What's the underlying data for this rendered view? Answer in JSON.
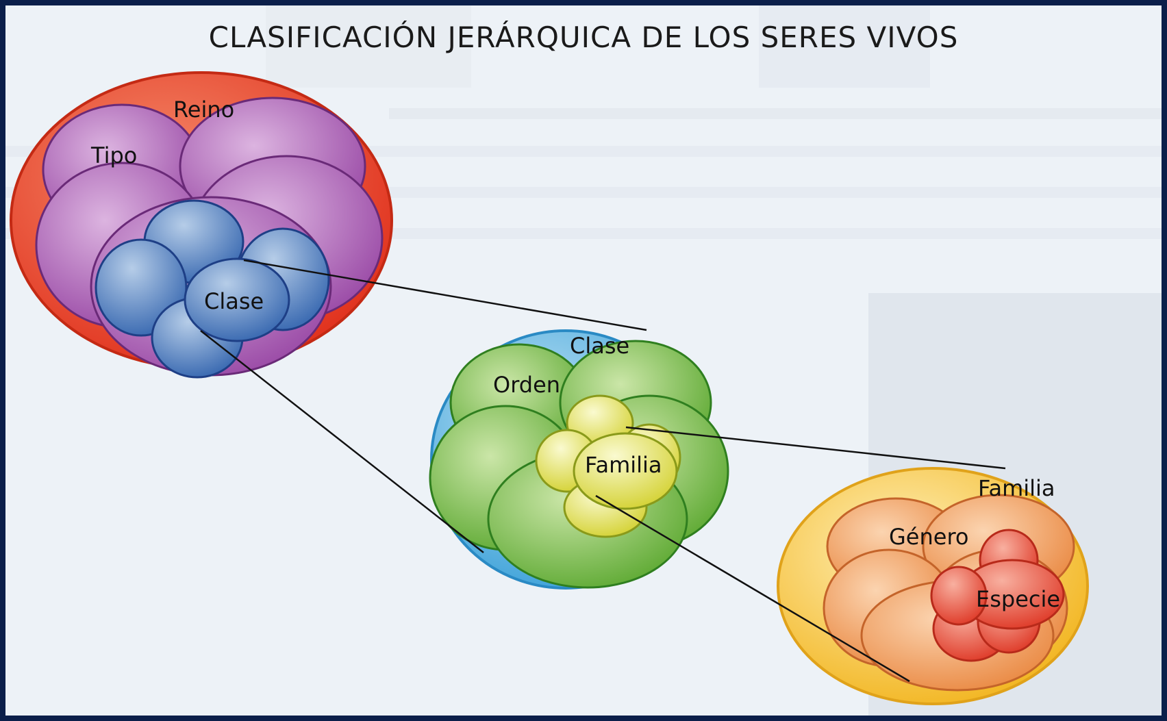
{
  "title": "CLASIFICACIÓN JERÁRQUICA DE LOS SERES VIVOS",
  "groups": [
    {
      "id": "reino",
      "outer_label": "Reino",
      "middle_label": "Tipo",
      "inner_label": "Clase",
      "colors": {
        "outer": "#e8442c",
        "outer_edge": "#c42a14",
        "middle": "#a85ab0",
        "middle_edge": "#6a2a78",
        "inner": "#4f7fbf",
        "inner_edge": "#1e3f86"
      }
    },
    {
      "id": "clase",
      "outer_label": "Clase",
      "middle_label": "Orden",
      "inner_label": "Familia",
      "colors": {
        "outer": "#5fb3e0",
        "outer_edge": "#2a8ac4",
        "middle": "#7fbf4f",
        "middle_edge": "#2f7f1f",
        "inner": "#e0e060",
        "inner_edge": "#8a9a1a"
      }
    },
    {
      "id": "familia",
      "outer_label": "Familia",
      "middle_label": "Género",
      "inner_label": "Especie",
      "colors": {
        "outer": "#f5c542",
        "outer_edge": "#e0a21a",
        "middle": "#f0a060",
        "middle_edge": "#c4642a",
        "inner": "#e65a4a",
        "inner_edge": "#b82a1a"
      }
    }
  ]
}
